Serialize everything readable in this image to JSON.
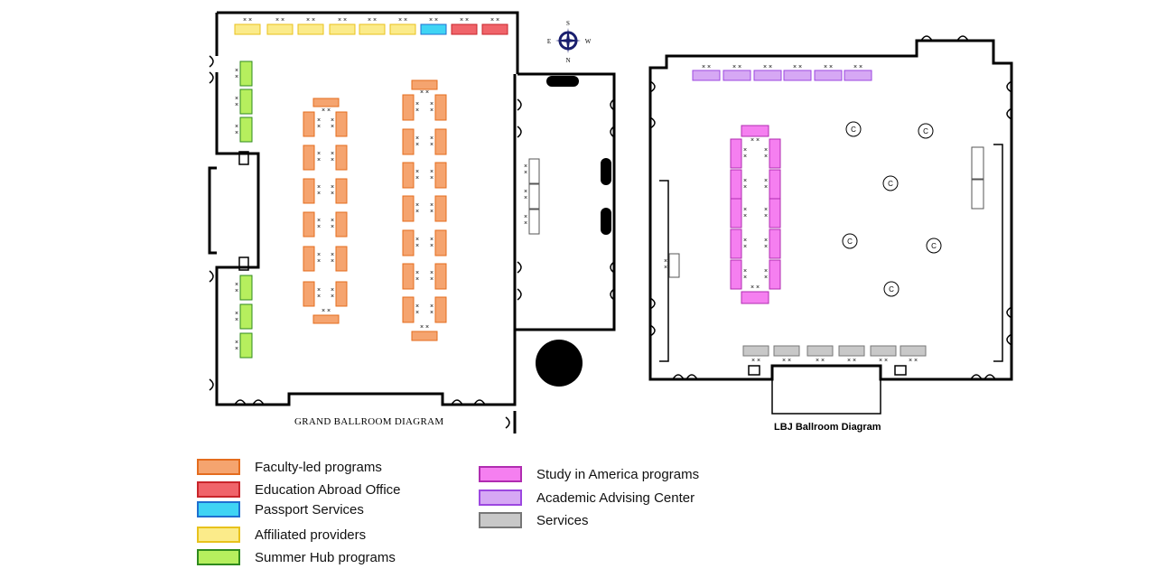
{
  "compass": {
    "n": "N",
    "s": "S",
    "e": "E",
    "w": "W"
  },
  "captions": {
    "grand": "GRAND BALLROOM DIAGRAM",
    "lbj": "LBJ Ballroom Diagram"
  },
  "colors": {
    "faculty": {
      "fill": "#f5a46f",
      "stroke": "#e46c1e"
    },
    "eao": {
      "fill": "#f0646a",
      "stroke": "#c9252b"
    },
    "passport": {
      "fill": "#3fd4f4",
      "stroke": "#1f6fd0"
    },
    "affiliated": {
      "fill": "#fbeb8a",
      "stroke": "#e8c21c"
    },
    "summer": {
      "fill": "#b6ef5e",
      "stroke": "#2f8a1e"
    },
    "study": {
      "fill": "#f57ff0",
      "stroke": "#b02cb0"
    },
    "advising": {
      "fill": "#d6a8f4",
      "stroke": "#9c47e0"
    },
    "services": {
      "fill": "#c8c8c8",
      "stroke": "#777777"
    }
  },
  "legend": [
    {
      "key": "faculty",
      "label": "Faculty-led programs"
    },
    {
      "key": "eao",
      "label": "Education Abroad Office"
    },
    {
      "key": "passport",
      "label": "Passport Services"
    },
    {
      "key": "affiliated",
      "label": "Affiliated providers"
    },
    {
      "key": "summer",
      "label": "Summer Hub programs"
    },
    {
      "key": "study",
      "label": "Study in America programs"
    },
    {
      "key": "advising",
      "label": "Academic Advising Center"
    },
    {
      "key": "services",
      "label": "Services"
    }
  ],
  "chair_mark": "× ×",
  "cocktail_mark": "C"
}
